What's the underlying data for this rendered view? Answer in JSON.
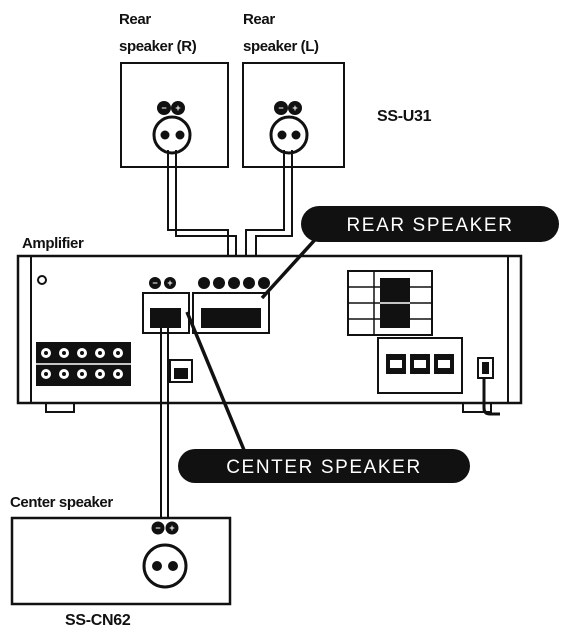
{
  "labels": {
    "rear_speaker_r": [
      "Rear",
      "speaker (R)"
    ],
    "rear_speaker_l": [
      "Rear",
      "speaker (L)"
    ],
    "rear_model": "SS-U31",
    "amplifier": "Amplifier",
    "center_speaker": "Center speaker",
    "center_model": "SS-CN62"
  },
  "callouts": {
    "rear": "REAR SPEAKER",
    "center": "CENTER SPEAKER"
  },
  "polarity": {
    "minus": "−",
    "plus": "+"
  },
  "colors": {
    "line": "#111111",
    "callout_bg": "#111111",
    "callout_text": "#ffffff",
    "background": "#ffffff"
  }
}
